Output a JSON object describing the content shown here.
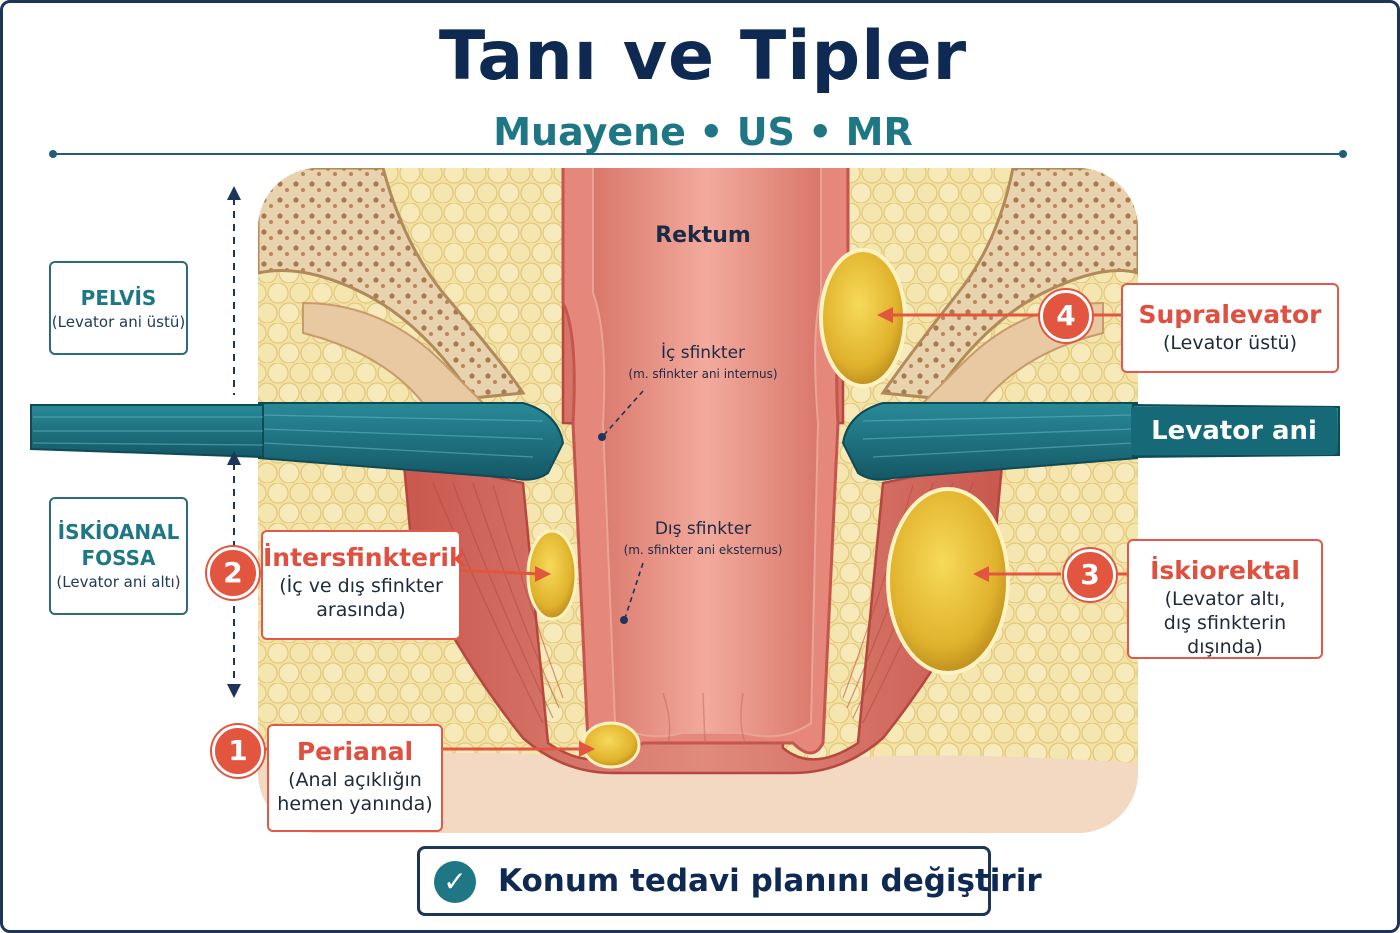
{
  "header": {
    "title": "Tanı ve Tipler",
    "subtitle": "Muayene • US • MR"
  },
  "zones": {
    "pelvis": {
      "title": "PELVİS",
      "sub": "(Levator ani üstü)"
    },
    "ischio": {
      "title1": "İSKİOANAL",
      "title2": "FOSSA",
      "sub": "(Levator ani altı)"
    }
  },
  "anatomy": {
    "rectum": "Rektum",
    "internal": "İç sfinkter",
    "internal_latin": "(m. sfinkter ani internus)",
    "external": "Dış sfinkter",
    "external_latin": "(m. sfinkter ani eksternus)",
    "levator": "Levator ani"
  },
  "abscesses": [
    {
      "num": "1",
      "name": "Perianal",
      "desc1": "(Anal açıklığın",
      "desc2": "hemen yanında)"
    },
    {
      "num": "2",
      "name": "İntersfinkterik",
      "desc1": "(İç ve dış sfinkter",
      "desc2": "arasında)"
    },
    {
      "num": "3",
      "name": "İskiorektal",
      "desc1": "(Levator altı,",
      "desc2": "dış sfinkterin dışında)"
    },
    {
      "num": "4",
      "name": "Supralevator",
      "desc1": "(Levator üstü)",
      "desc2": ""
    }
  ],
  "footer": {
    "text": "Konum tedavi planını değiştirir",
    "icon": "check-circle-icon"
  },
  "colors": {
    "navy": "#0f2a52",
    "teal": "#1f7785",
    "accent_red": "#e2553f",
    "muscle": "#d9776a",
    "fat": "#f0dc9a",
    "abscess": "#e3b832",
    "levator": "#1e6f7d"
  }
}
